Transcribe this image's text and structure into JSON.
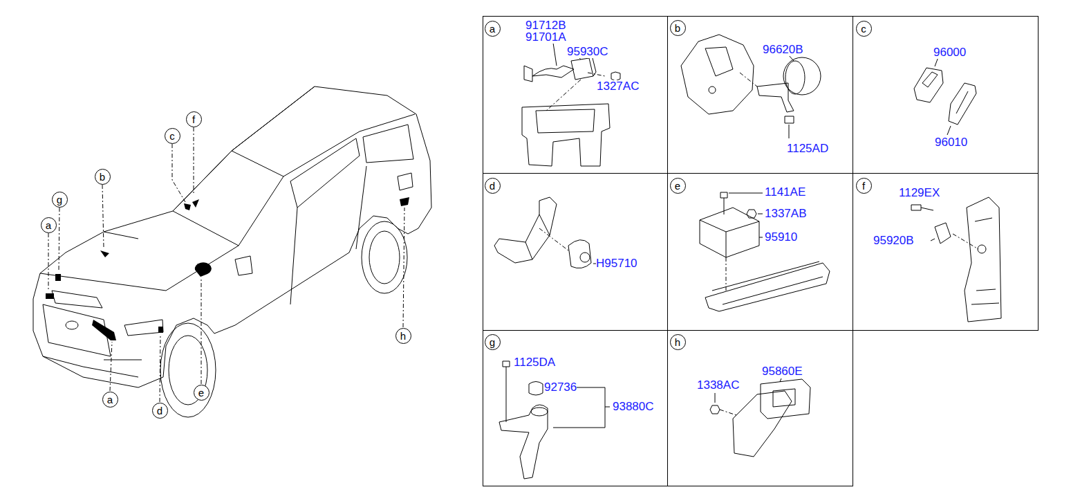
{
  "diagram": {
    "nodes": [
      {
        "text": [
          "c"
        ]
      },
      {
        "text": [
          "f"
        ]
      },
      {
        "text": [
          "b"
        ]
      },
      {
        "text": [
          "g"
        ]
      },
      {
        "text": [
          "a"
        ]
      },
      {
        "text": [
          "a"
        ]
      },
      {
        "text": [
          "d"
        ]
      },
      {
        "text": [
          "e"
        ]
      },
      {
        "text": [
          "h"
        ]
      },
      {
        "text": [
          "91712B",
          "91701A",
          "95930C",
          "1327AC"
        ]
      },
      {
        "text": [
          "a"
        ],
        "in": 9
      },
      {
        "text": [
          "96620B",
          "1125AD"
        ]
      },
      {
        "text": [
          "b"
        ],
        "in": 11
      },
      {
        "text": [
          "96000",
          "96010"
        ]
      },
      {
        "text": [
          "c"
        ],
        "in": 13
      },
      {
        "text": [
          "H95710"
        ]
      },
      {
        "text": [
          "d"
        ],
        "in": 15
      },
      {
        "text": [
          "1141AE",
          "1337AB",
          "95910"
        ]
      },
      {
        "text": [
          "e"
        ],
        "in": 17
      },
      {
        "text": [
          "1129EX",
          "95920B"
        ]
      },
      {
        "text": [
          "f"
        ],
        "in": 19
      },
      {
        "text": [
          "1125DA",
          "92736",
          "93880C"
        ]
      },
      {
        "text": [
          "g"
        ],
        "in": 21
      },
      {
        "text": [
          "95860E",
          "1338AC"
        ]
      },
      {
        "text": [
          "h"
        ],
        "in": 23
      }
    ]
  }
}
